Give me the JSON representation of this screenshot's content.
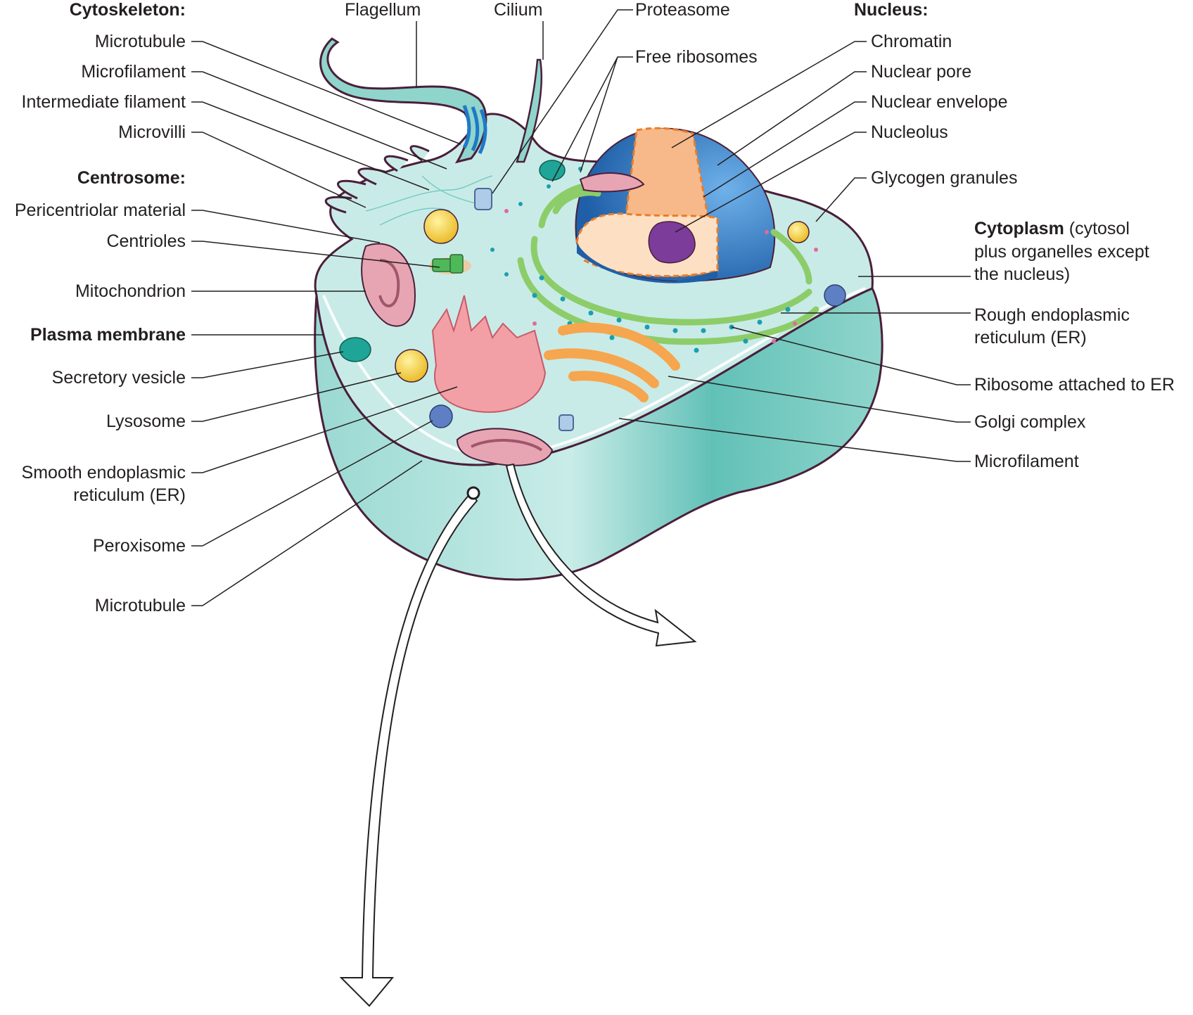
{
  "labels": {
    "cytoskeleton": "Cytoskeleton:",
    "microtubule_top": "Microtubule",
    "microfilament_left": "Microfilament",
    "intermediate_filament": "Intermediate filament",
    "microvilli": "Microvilli",
    "centrosome": "Centrosome:",
    "pericentriolar_material": "Pericentriolar material",
    "centrioles": "Centrioles",
    "mitochondrion": "Mitochondrion",
    "plasma_membrane": "Plasma membrane",
    "secretory_vesicle": "Secretory vesicle",
    "lysosome": "Lysosome",
    "smooth_er_1": "Smooth endoplasmic",
    "smooth_er_2": "reticulum (ER)",
    "peroxisome": "Peroxisome",
    "microtubule_bottom": "Microtubule",
    "flagellum": "Flagellum",
    "cilium": "Cilium",
    "proteasome": "Proteasome",
    "free_ribosomes": "Free ribosomes",
    "nucleus": "Nucleus:",
    "chromatin": "Chromatin",
    "nuclear_pore": "Nuclear pore",
    "nuclear_envelope": "Nuclear envelope",
    "nucleolus": "Nucleolus",
    "glycogen_granules": "Glycogen granules",
    "cytoplasm_bold": "Cytoplasm",
    "cytoplasm_rest_1": " (cytosol",
    "cytoplasm_rest_2": "plus organelles except",
    "cytoplasm_rest_3": "the nucleus)",
    "rough_er_1": "Rough endoplasmic",
    "rough_er_2": "reticulum (ER)",
    "ribosome_attached": "Ribosome attached to ER",
    "golgi": "Golgi complex",
    "microfilament_right": "Microfilament"
  },
  "colors": {
    "cytosol": "#c9ebe7",
    "cell_side": "#7fcfc6",
    "membrane": "#4a1f3a",
    "nucleus_blue": "#2f7fc7",
    "chromatin_orange": "#f7b98a",
    "nucleolus_purple": "#7b3c9a",
    "rough_er_green": "#8ccd6a",
    "golgi_orange": "#f6a64e",
    "mitochondrion_pink": "#e7a5b3",
    "smooth_er_pink": "#f2a0a6",
    "lysosome_yellow": "#f6d84a",
    "peroxisome_blue": "#5f7fc4",
    "vesicle_teal": "#2bb7a4"
  }
}
